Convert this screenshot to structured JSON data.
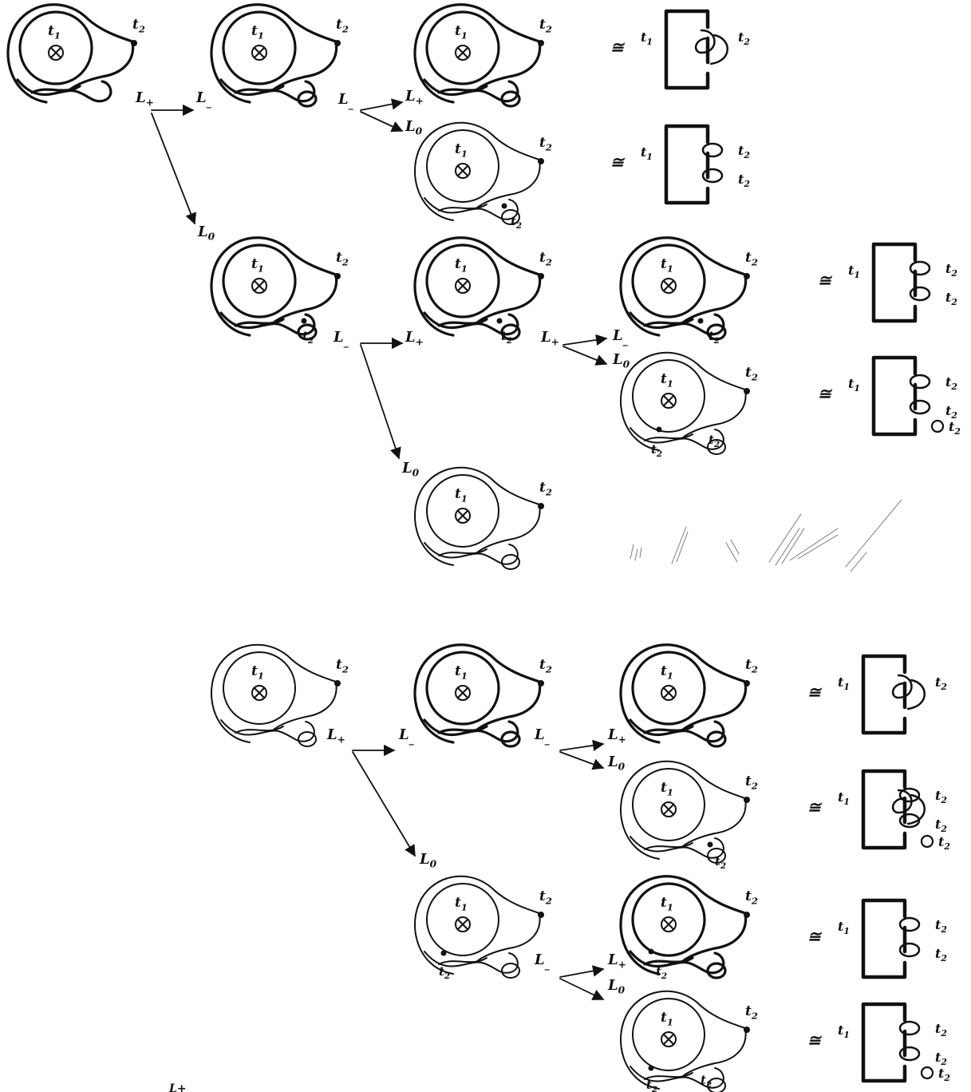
{
  "labels": {
    "t1": "t",
    "t1_sub": "1",
    "t2": "t",
    "t2_sub": "2",
    "L_plus": "L",
    "plus": "+",
    "L_minus": "L",
    "minus": "_",
    "L_zero": "L",
    "zero": "0",
    "equiv": "≅",
    "cross": "⊗",
    "bottom_fragment": "L+"
  },
  "colors": {
    "ink": "#111111",
    "paper": "#ffffff"
  }
}
